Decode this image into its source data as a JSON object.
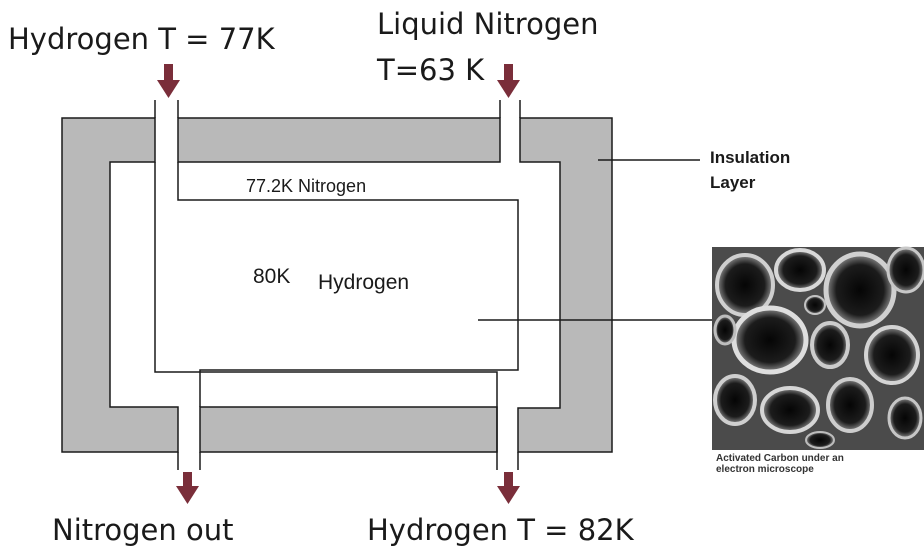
{
  "labels": {
    "hydrogen_in": "Hydrogen T = 77K",
    "liquid_nitrogen_line1": "Liquid Nitrogen",
    "liquid_nitrogen_line2": "T=63 K",
    "nitrogen_region": "77.2K Nitrogen",
    "hydrogen_region_temp": "80K",
    "hydrogen_region_name": "Hydrogen",
    "insulation_line1": "Insulation",
    "insulation_line2": "Layer",
    "nitrogen_out": "Nitrogen out",
    "hydrogen_out": "Hydrogen T = 82K",
    "micrograph_caption_line1": "Activated Carbon under an",
    "micrograph_caption_line2": "electron microscope"
  },
  "colors": {
    "insulation": "#b9b9b9",
    "outline": "#1a1a1a",
    "arrow": "#7a2e3a",
    "micrograph_bg": "#3a3a3a"
  },
  "icons": {
    "flow_arrow": "down-arrow-icon"
  }
}
